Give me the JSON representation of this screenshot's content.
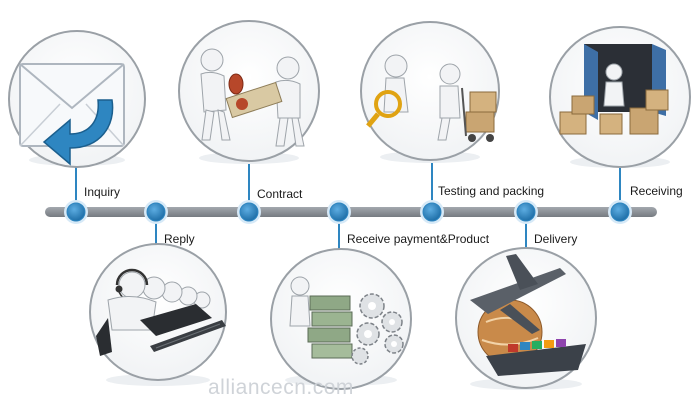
{
  "steps": [
    {
      "label": "Inquiry",
      "icon": "envelope-reply-icon"
    },
    {
      "label": "Reply",
      "icon": "call-center-icon"
    },
    {
      "label": "Contract",
      "icon": "handshake-contract-icon"
    },
    {
      "label": "Receive payment&Product",
      "icon": "money-gears-icon"
    },
    {
      "label": "Testing and packing",
      "icon": "magnifier-boxes-icon"
    },
    {
      "label": "Delivery",
      "icon": "plane-ship-globe-icon"
    },
    {
      "label": "Receiving",
      "icon": "container-boxes-icon"
    }
  ],
  "watermark": "alliancecn.com",
  "colors": {
    "timeline": "#8a8f96",
    "node": "#2e86c1",
    "node_ring": "#d6e9f7",
    "connector": "#2e86c1",
    "circle_border": "#9aa0a6",
    "shadow": "#e3e6ea"
  }
}
